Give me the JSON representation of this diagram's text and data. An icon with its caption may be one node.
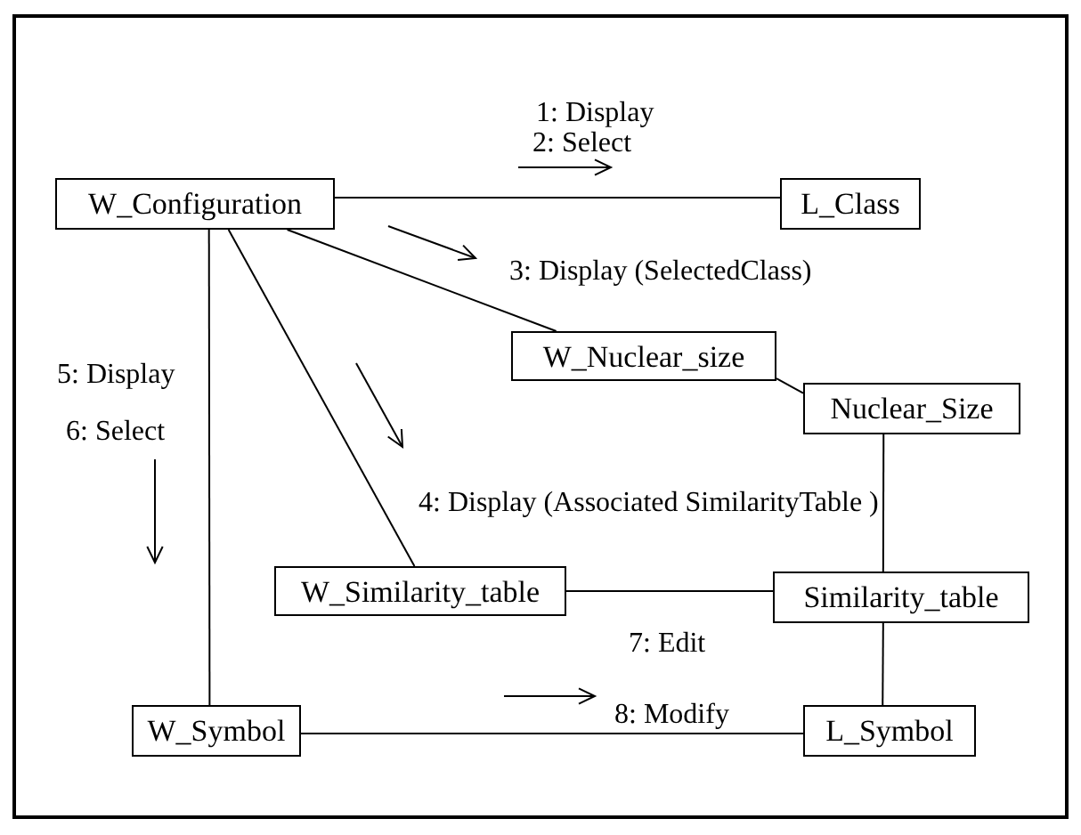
{
  "diagram": {
    "nodes": [
      {
        "text": [
          "W_Configuration"
        ]
      },
      {
        "text": [
          "L_Class"
        ]
      },
      {
        "text": [
          "W_Nuclear_size"
        ]
      },
      {
        "text": [
          "Nuclear_Size"
        ]
      },
      {
        "text": [
          "W_Similarity_table"
        ]
      },
      {
        "text": [
          "Similarity_table"
        ]
      },
      {
        "text": [
          "W_Symbol"
        ]
      },
      {
        "text": [
          "L_Symbol"
        ]
      }
    ],
    "edges": [
      {
        "from": 0,
        "to": 1,
        "arrow": "none"
      },
      {
        "from": 0,
        "to": 2,
        "arrow": "none"
      },
      {
        "from": 0,
        "to": 4,
        "arrow": "none"
      },
      {
        "from": 0,
        "to": 6,
        "arrow": "none"
      },
      {
        "from": 2,
        "to": 3,
        "arrow": "none"
      },
      {
        "from": 3,
        "to": 5,
        "arrow": "none"
      },
      {
        "from": 4,
        "to": 5,
        "arrow": "none"
      },
      {
        "from": 5,
        "to": 7,
        "arrow": "none"
      },
      {
        "from": 6,
        "to": 7,
        "arrow": "none"
      }
    ],
    "labels": [
      "1: Display",
      "2: Select",
      "3: Display (SelectedClass)",
      "5: Display",
      "6: Select",
      "4: Display (Associated SimilarityTable )",
      "7: Edit",
      "8: Modify"
    ]
  }
}
